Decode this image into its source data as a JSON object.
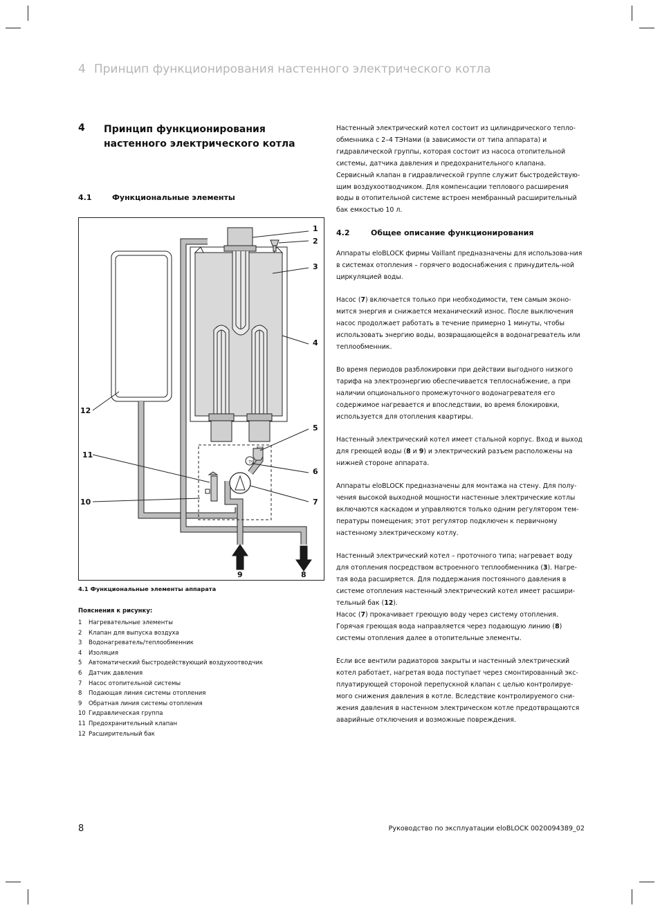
{
  "running_header": {
    "number": "4",
    "title": "Принцип функционирования настенного электрического котла"
  },
  "chapter": {
    "number": "4",
    "title": "Принцип функционирования настенного электрического котла"
  },
  "section_4_1": {
    "number": "4.1",
    "title": "Функциональные элементы"
  },
  "figure": {
    "caption": "4.1  Функциональные элементы аппарата",
    "callouts": [
      "1",
      "2",
      "3",
      "4",
      "5",
      "6",
      "7",
      "8",
      "9",
      "10",
      "11",
      "12"
    ],
    "ts_label": "TS"
  },
  "legend": {
    "title": "Пояснения к рисунку:",
    "items": [
      {
        "n": "1",
        "text": "Нагревательные элементы"
      },
      {
        "n": "2",
        "text": "Клапан для выпуска воздуха"
      },
      {
        "n": "3",
        "text": "Водонагреватель/теплообменник"
      },
      {
        "n": "4",
        "text": "Изоляция"
      },
      {
        "n": "5",
        "text": "Автоматический быстродействующий воздухоотводчик"
      },
      {
        "n": "6",
        "text": "Датчик давления"
      },
      {
        "n": "7",
        "text": "Насос отопительной системы"
      },
      {
        "n": "8",
        "text": "Подающая линия системы отопления"
      },
      {
        "n": "9",
        "text": "Обратная линия системы отопления"
      },
      {
        "n": "10",
        "text": "Гидравлическая группа"
      },
      {
        "n": "11",
        "text": "Предохранительный клапан"
      },
      {
        "n": "12",
        "text": "Расширительный бак"
      }
    ]
  },
  "right": {
    "intro": "Настенный электрический котел состоит из цилиндрического тепло-обменника с 2–4 ТЭНами (в зависимости от типа аппарата) и гидравлической группы, которая состоит из насоса отопительной системы, датчика давления и предохранительного клапана. Сервисный клапан в гидравлической группе служит быстродействую-щим воздухоотводчиком. Для компенсации теплового расширения воды в отопительной системе встроен мембранный расширительный бак емкостью 10 л.",
    "section_4_2": {
      "number": "4.2",
      "title": "Общее описание функционирования"
    },
    "p1": "Аппараты eloBLOCK фирмы Vaillant предназначены для использова-ния в системах отопления – горячего водоснабжения с принудитель-ной циркуляцией воды.",
    "p2": {
      "a": "Насос (",
      "b1": "7",
      "c": ") включается только при необходимости, тем самым эконо-мится энергия и снижается механический износ. После выключения насос продолжает работать в течение примерно 1 минуты, чтобы использовать энергию воды, возвращающейся в водонагреватель или теплообменник."
    },
    "p3": "Во время периодов разблокировки при действии выгодного низкого тарифа на электроэнергию обеспечивается теплоснабжение, а при наличии опционального промежуточного водонагревателя его содержимое нагревается и впоследствии, во время блокировки, используется для отопления квартиры.",
    "p4": {
      "a": "Настенный электрический котел имеет стальной корпус. Вход и выход для греющей воды (",
      "b1": "8",
      "c": " и ",
      "b2": "9",
      "d": ") и электрический разъем расположены на нижней стороне аппарата."
    },
    "p5": "Аппараты eloBLOCK предназначены для монтажа на стену. Для полу-чения высокой выходной мощности настенные электрические котлы включаются каскадом и управляются только одним регулятором тем-пературы помещения; этот регулятор подключен к первичному настенному электрическому котлу.",
    "p6": {
      "a": "Настенный электрический котел – проточного типа; нагревает воду для отопления посредством встроенного теплообменника (",
      "b1": "3",
      "c": "). Нагре-тая вода расширяется. Для поддержания постоянного давления в системе отопления настенный электрический котел имеет расшири-тельный бак (",
      "b2": "12",
      "d": ")."
    },
    "p7": {
      "a": "Насос (",
      "b1": "7",
      "c": ") прокачивает греющую воду через систему отопления. Горячая греющая вода направляется через подающую линию (",
      "b2": "8",
      "d": ") системы отопления далее в отопительные элементы."
    },
    "p8": "Если все вентили радиаторов закрыты и настенный электрический котел работает, нагретая вода поступает через смонтированный экс-плуатирующей стороной перепускной клапан с целью контролируе-мого снижения давления в котле. Вследствие контролируемого сни-жения давления в настенном электрическом котле предотвращаются аварийные отключения и возможные повреждения."
  },
  "footer": {
    "page": "8",
    "doc": "Руководство по эксплуатации eloBLOCK 0020094389_02"
  }
}
